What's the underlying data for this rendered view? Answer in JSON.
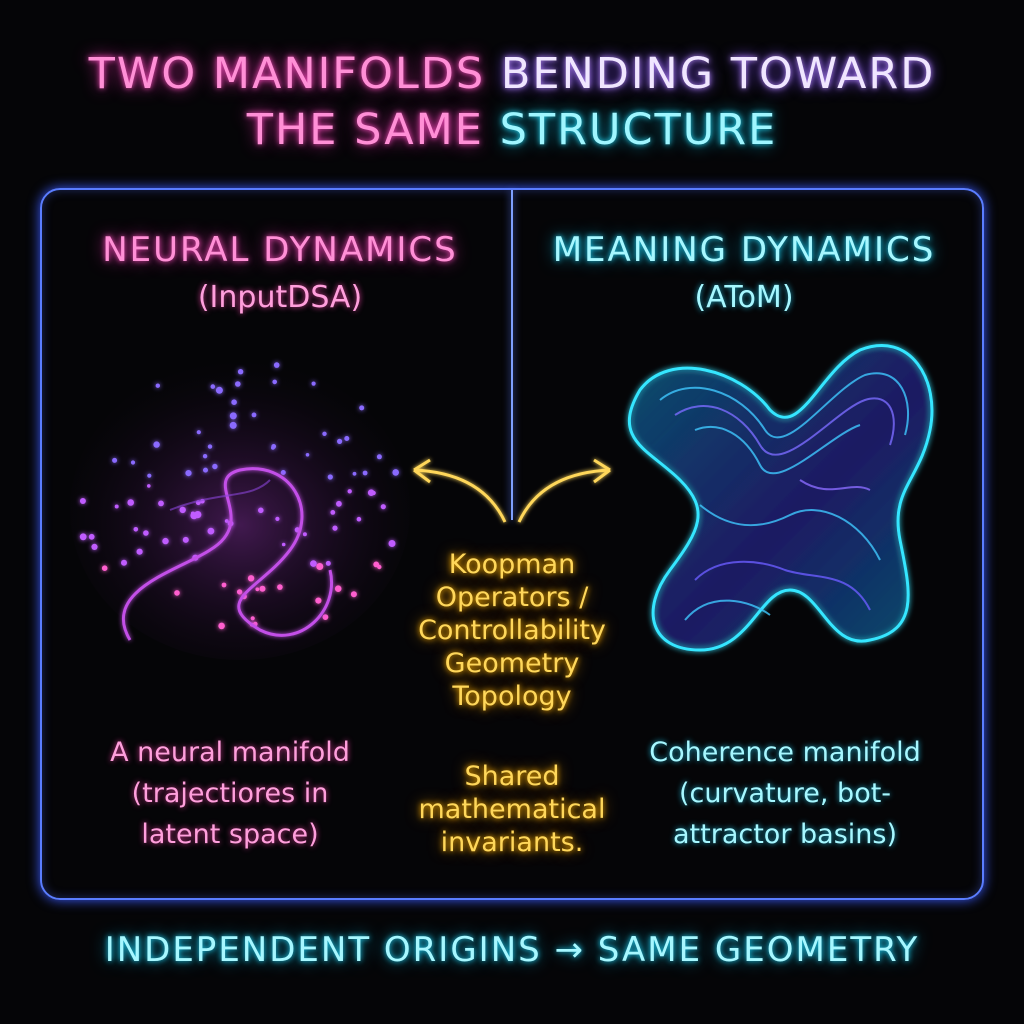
{
  "title": {
    "part1": "Two Manifolds",
    "part2": "Bending Toward",
    "part3": "The Same",
    "part4": "Structure"
  },
  "left": {
    "heading": "Neural Dynamics",
    "subheading": "(InputDSA)",
    "caption_lines": [
      "A neural manifold",
      "(trajectiores in",
      "latent space)"
    ]
  },
  "right": {
    "heading": "Meaning Dynamics",
    "subheading": "(AToM)",
    "caption_lines": [
      "Coherence manifold",
      "(curvature, bot-",
      "attractor basins)"
    ]
  },
  "center": {
    "lines": [
      "Koopman",
      "Operators /",
      "Controllability",
      "Geometry",
      "Topology"
    ],
    "note_lines": [
      "Shared",
      "mathematical",
      "invariants."
    ]
  },
  "footer": "Independent Origins → Same Geometry",
  "colors": {
    "pink": "#ff8fd6",
    "cyan": "#a6f7ff",
    "yellow": "#ffd75a",
    "border": "#5a7dff"
  }
}
